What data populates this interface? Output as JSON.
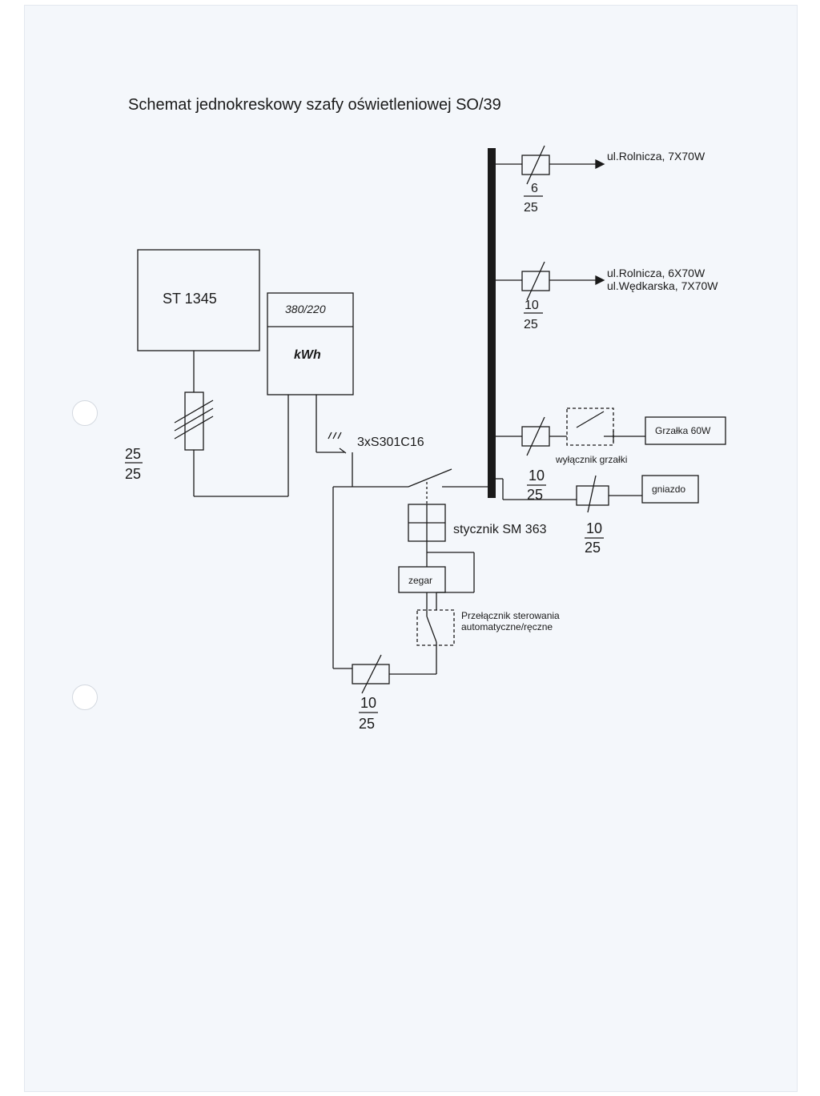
{
  "title": "Schemat jednokreskowy szafy oświetleniowej SO/39",
  "boxes": {
    "station": "ST 1345",
    "meter_voltage": "380/220",
    "meter_unit": "kWh",
    "heater": "Grzałka 60W",
    "socket": "gniazdo",
    "timer": "zegar"
  },
  "labels": {
    "breakers": "3xS301C16",
    "contactor": "stycznik  SM 363",
    "heater_switch": "wyłącznik grzałki",
    "selector_line1": "Przełącznik sterowania",
    "selector_line2": "automatyczne/ręczne"
  },
  "feeders": {
    "feeder1": {
      "line1": "ul.Rolnicza, 7X70W",
      "rating_top": "6",
      "rating_bottom": "25"
    },
    "feeder2": {
      "line1": "ul.Rolnicza, 6X70W",
      "line2": "ul.Wędkarska, 7X70W",
      "rating_top": "10",
      "rating_bottom": "25"
    }
  },
  "ratings": {
    "supply_top": "25",
    "supply_bottom": "25",
    "heater_top": "10",
    "heater_bottom": "25",
    "socket_top": "10",
    "socket_bottom": "25",
    "control_top": "10",
    "control_bottom": "25"
  },
  "colors": {
    "ink": "#1a1a1a",
    "sheet": "#f4f7fb"
  }
}
